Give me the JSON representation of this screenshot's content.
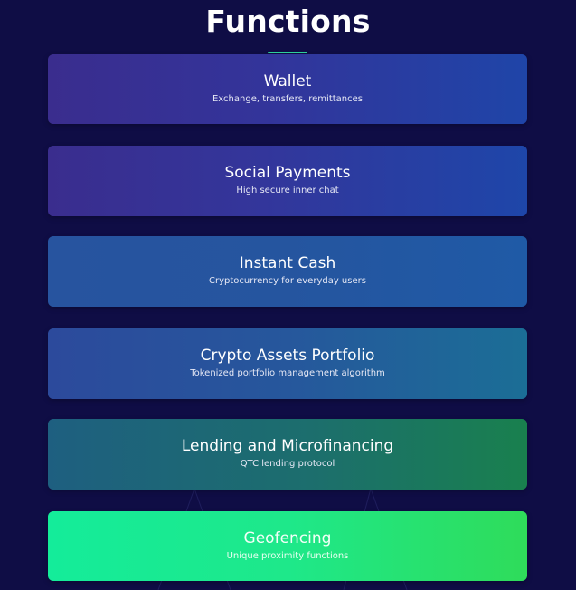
{
  "page": {
    "title": "Functions"
  },
  "colors": {
    "background": "#0f0d45",
    "underline_accent": "#2fd6a0"
  },
  "cards": [
    {
      "title": "Wallet",
      "subtitle": "Exchange, transfers, remittances"
    },
    {
      "title": "Social Payments",
      "subtitle": "High secure inner chat"
    },
    {
      "title": "Instant Cash",
      "subtitle": "Cryptocurrency for everyday users"
    },
    {
      "title": "Crypto Assets Portfolio",
      "subtitle": "Tokenized portfolio management algorithm"
    },
    {
      "title": "Lending and Microfinancing",
      "subtitle": "QTC lending protocol"
    },
    {
      "title": "Geofencing",
      "subtitle": "Unique proximity functions"
    }
  ]
}
